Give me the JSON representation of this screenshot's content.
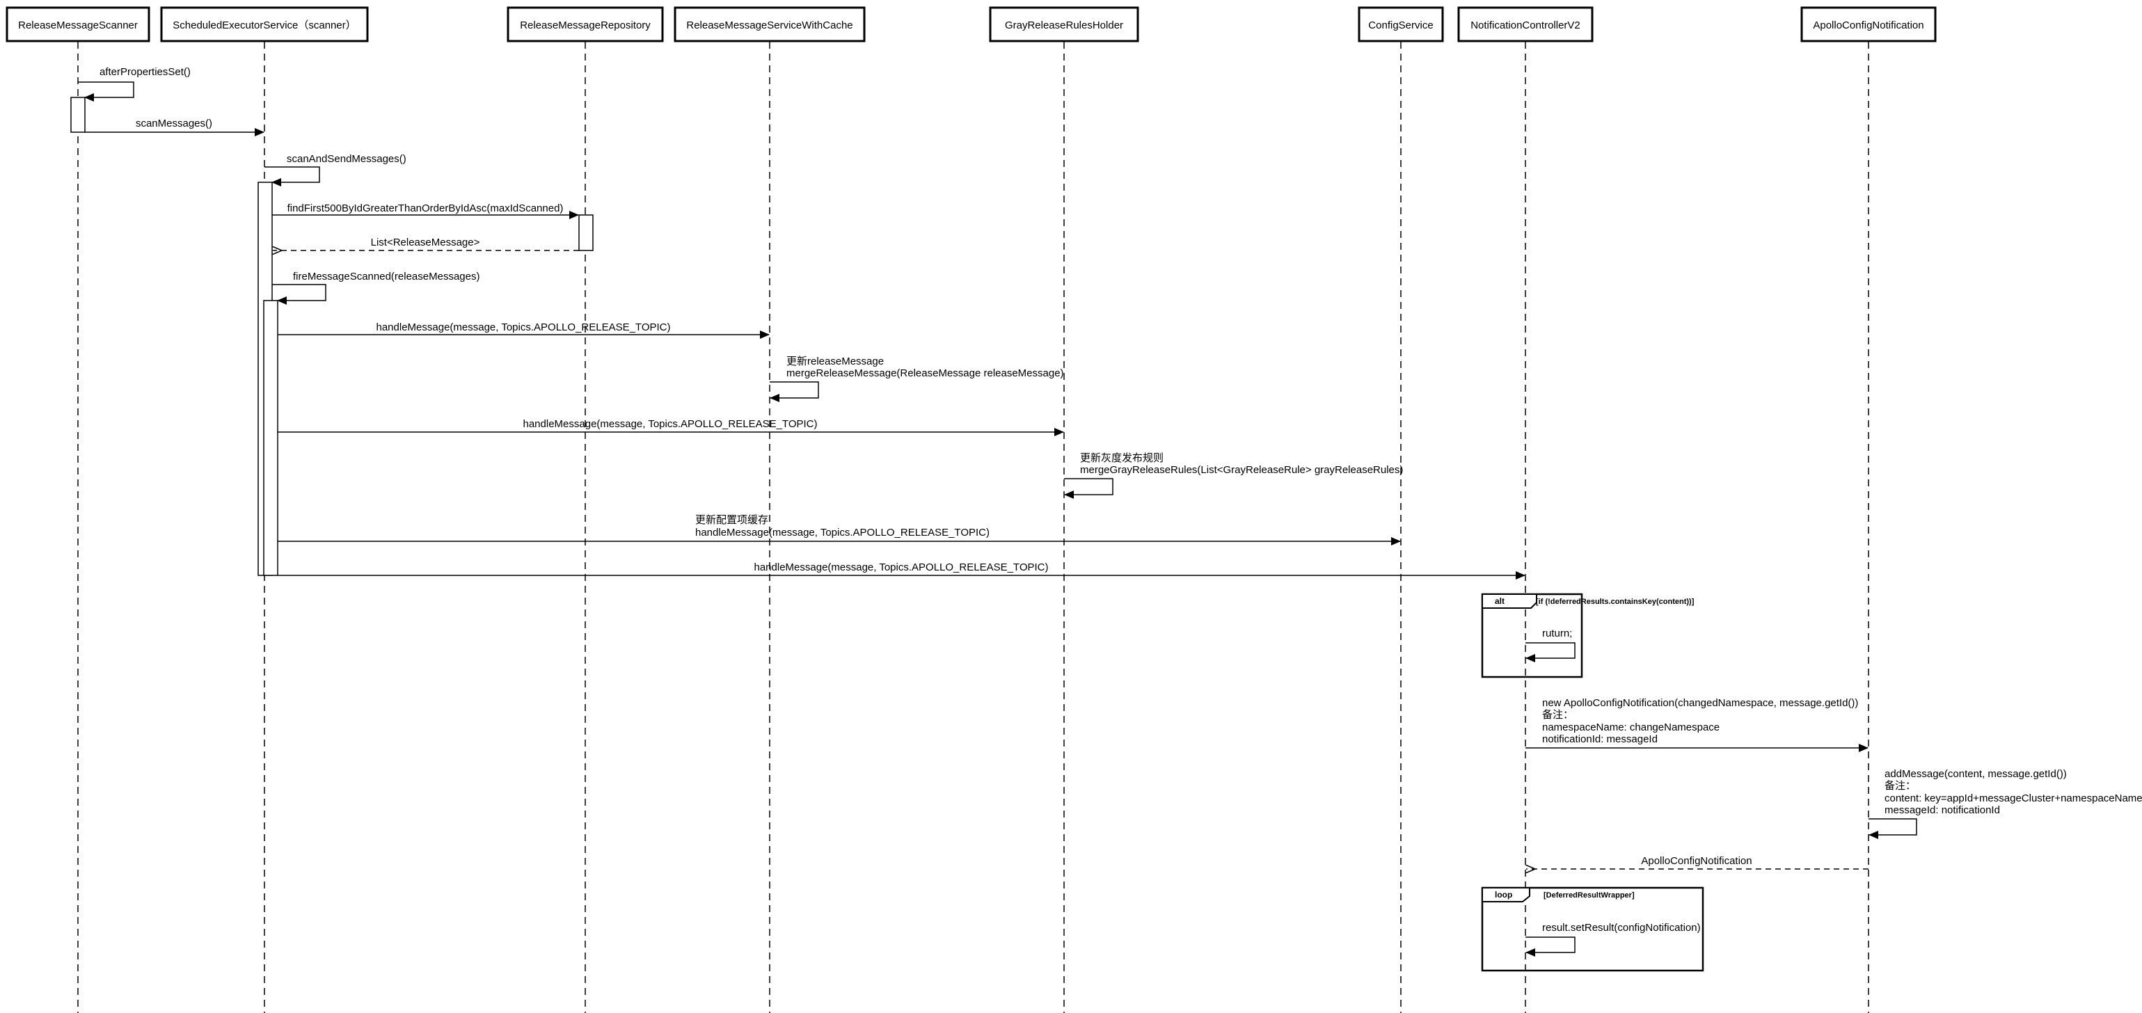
{
  "participants": [
    {
      "id": "rms",
      "name": "ReleaseMessageScanner"
    },
    {
      "id": "ses",
      "name": "ScheduledExecutorService（scanner）"
    },
    {
      "id": "rmr",
      "name": "ReleaseMessageRepository"
    },
    {
      "id": "rmswc",
      "name": "ReleaseMessageServiceWithCache"
    },
    {
      "id": "grrh",
      "name": "GrayReleaseRulesHolder"
    },
    {
      "id": "cs",
      "name": "ConfigService"
    },
    {
      "id": "ncv2",
      "name": "NotificationControllerV2"
    },
    {
      "id": "acn",
      "name": "ApolloConfigNotification"
    }
  ],
  "messages": [
    {
      "from": "rms",
      "to": "rms",
      "type": "self",
      "lines": [
        "afterPropertiesSet()"
      ]
    },
    {
      "from": "rms",
      "to": "ses",
      "type": "sync",
      "lines": [
        "scanMessages()"
      ]
    },
    {
      "from": "ses",
      "to": "ses",
      "type": "self",
      "lines": [
        "scanAndSendMessages()"
      ]
    },
    {
      "from": "ses",
      "to": "rmr",
      "type": "sync",
      "lines": [
        "findFirst500ByIdGreaterThanOrderByIdAsc(maxIdScanned)"
      ]
    },
    {
      "from": "rmr",
      "to": "ses",
      "type": "return",
      "lines": [
        "List<ReleaseMessage>"
      ]
    },
    {
      "from": "ses",
      "to": "ses",
      "type": "self",
      "lines": [
        "fireMessageScanned(releaseMessages)"
      ]
    },
    {
      "from": "ses",
      "to": "rmswc",
      "type": "sync",
      "lines": [
        "handleMessage(message, Topics.APOLLO_RELEASE_TOPIC)"
      ]
    },
    {
      "from": "rmswc",
      "to": "rmswc",
      "type": "self",
      "lines": [
        "更新releaseMessage",
        "mergeReleaseMessage(ReleaseMessage releaseMessage)"
      ]
    },
    {
      "from": "ses",
      "to": "grrh",
      "type": "sync",
      "lines": [
        "handleMessage(message, Topics.APOLLO_RELEASE_TOPIC)"
      ]
    },
    {
      "from": "grrh",
      "to": "grrh",
      "type": "self",
      "lines": [
        "更新灰度发布规则",
        "mergeGrayReleaseRules(List<GrayReleaseRule> grayReleaseRules)"
      ]
    },
    {
      "from": "ses",
      "to": "cs",
      "type": "sync",
      "lines": [
        "更新配置项缓存",
        "handleMessage(message, Topics.APOLLO_RELEASE_TOPIC)"
      ]
    },
    {
      "from": "ses",
      "to": "ncv2",
      "type": "sync",
      "lines": [
        "handleMessage(message, Topics.APOLLO_RELEASE_TOPIC)"
      ]
    },
    {
      "from": "ncv2",
      "to": "ncv2",
      "type": "self",
      "lines": [
        "ruturn;"
      ]
    },
    {
      "from": "ncv2",
      "to": "acn",
      "type": "sync",
      "lines": [
        "new ApolloConfigNotification(changedNamespace, message.getId())",
        "备注：",
        "namespaceName: changeNamespace",
        "notificationId: messageId"
      ]
    },
    {
      "from": "acn",
      "to": "acn",
      "type": "self",
      "lines": [
        "addMessage(content, message.getId())",
        "备注：",
        "content: key=appId+messageCluster+namespaceName",
        "messageId: notificationId"
      ]
    },
    {
      "from": "acn",
      "to": "ncv2",
      "type": "return",
      "lines": [
        "ApolloConfigNotification"
      ]
    },
    {
      "from": "ncv2",
      "to": "ncv2",
      "type": "self",
      "lines": [
        "result.setResult(configNotification)"
      ]
    }
  ],
  "fragments": [
    {
      "keyword": "alt",
      "guard": "[if (!deferredResults.containsKey(content))]"
    },
    {
      "keyword": "loop",
      "guard": "[DeferredResultWrapper]"
    }
  ]
}
